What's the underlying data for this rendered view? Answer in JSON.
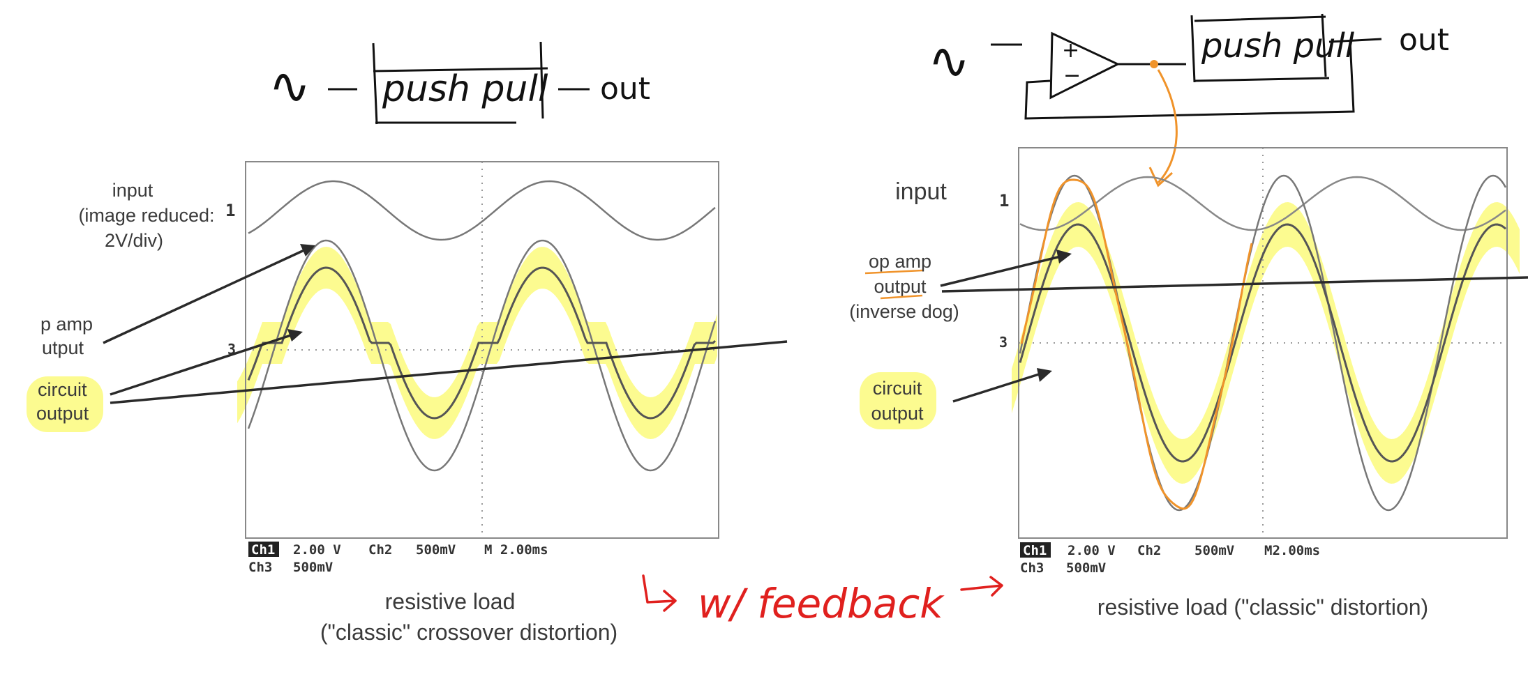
{
  "left_panel": {
    "sketch": {
      "source_symbol": "∿",
      "block_label": "push pull",
      "output_label": "out"
    },
    "scope": {
      "labels": {
        "input": "input",
        "input_note_1": "(image reduced:",
        "input_note_2": "2V/div)",
        "opamp_1": "p amp",
        "opamp_2": "utput",
        "circuit_1": "circuit",
        "circuit_2": "output"
      },
      "readout": {
        "ch1_tag": "Ch1",
        "ch1_scale": "2.00 V",
        "ch2": "Ch2",
        "ch2_scale": "500mV",
        "time": "M 2.00ms",
        "ch3": "Ch3",
        "ch3_scale": "500mV"
      },
      "marker1": "1",
      "marker3": "3"
    },
    "caption_1": "resistive load",
    "caption_2": "(\"classic\" crossover distortion)"
  },
  "middle_note": "w/ feedback",
  "right_panel": {
    "sketch": {
      "source_symbol": "∿",
      "plus": "+",
      "minus": "−",
      "block_label": "push pull",
      "output_label": "out"
    },
    "scope": {
      "labels": {
        "input": "input",
        "opamp_1": "op amp",
        "opamp_2": "output",
        "opamp_3": "(inverse dog)",
        "circuit_1": "circuit",
        "circuit_2": "output"
      },
      "readout": {
        "ch1_tag": "Ch1",
        "ch1_scale": "2.00 V",
        "ch2": "Ch2",
        "ch2_scale": "500mV",
        "time": "M2.00ms",
        "ch3": "Ch3",
        "ch3_scale": "500mV"
      },
      "marker1": "1",
      "marker3": "3"
    },
    "caption": "resistive load (\"classic\" distortion)"
  },
  "colors": {
    "highlight": "#fbfa7c",
    "annotation_orange": "#f0932a",
    "annotation_red": "#e0201e",
    "trace": "#6b6b6b"
  }
}
